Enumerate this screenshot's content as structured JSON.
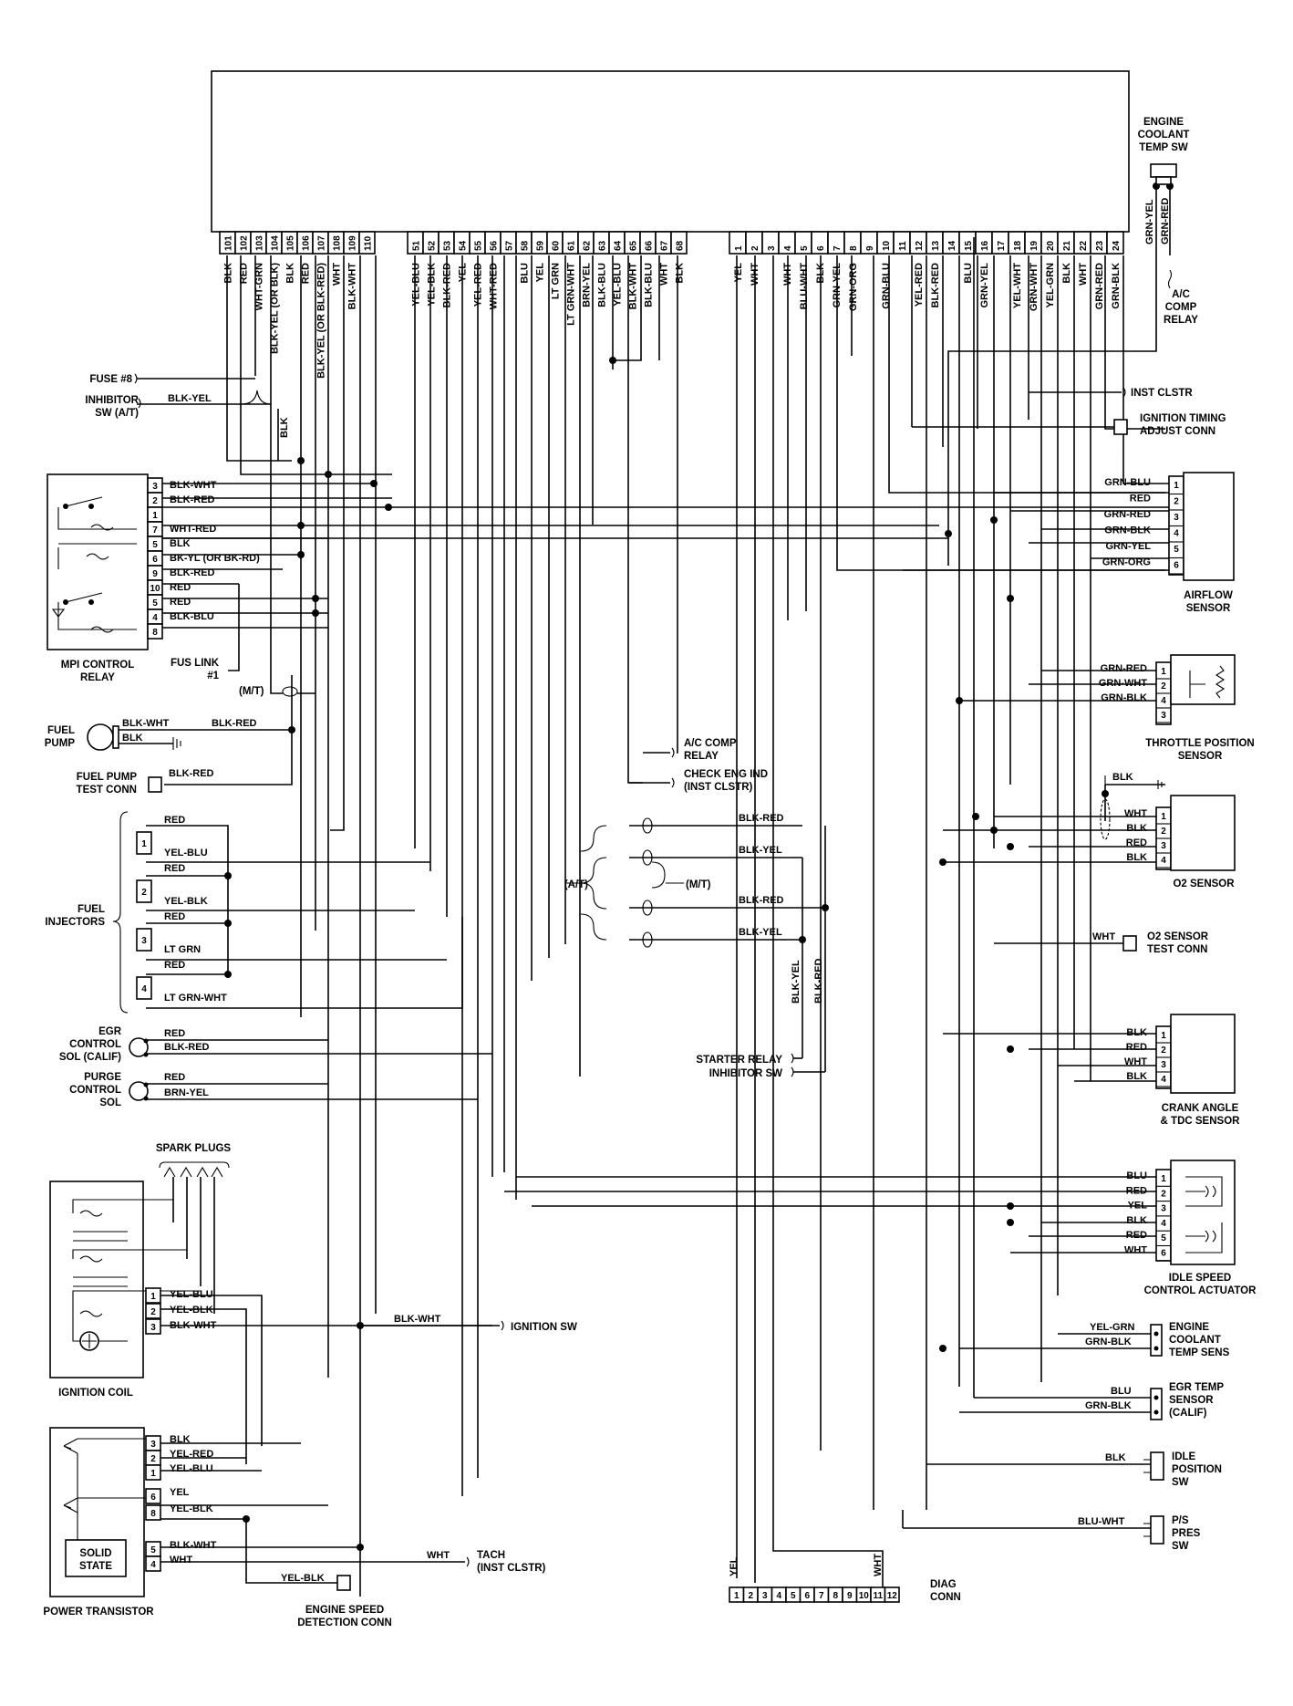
{
  "ecu_pins": {
    "group1": [
      {
        "pin": "101",
        "wire": "BLK"
      },
      {
        "pin": "102",
        "wire": "RED"
      },
      {
        "pin": "103",
        "wire": "WHT-GRN"
      },
      {
        "pin": "104",
        "wire": "BLK-YEL (OR BLK)"
      },
      {
        "pin": "105",
        "wire": "BLK"
      },
      {
        "pin": "106",
        "wire": "RED"
      },
      {
        "pin": "107",
        "wire": "BLK-YEL (OR BLK-RED)"
      },
      {
        "pin": "108",
        "wire": "WHT"
      },
      {
        "pin": "109",
        "wire": "BLK-WHT"
      },
      {
        "pin": "110",
        "wire": ""
      }
    ],
    "group2": [
      {
        "pin": "51",
        "wire": "YEL-BLU"
      },
      {
        "pin": "52",
        "wire": "YEL-BLK"
      },
      {
        "pin": "53",
        "wire": "BLK-RED"
      },
      {
        "pin": "54",
        "wire": "YEL"
      },
      {
        "pin": "55",
        "wire": "YEL-RED"
      },
      {
        "pin": "56",
        "wire": "WHT-RED"
      },
      {
        "pin": "57",
        "wire": ""
      },
      {
        "pin": "58",
        "wire": "BLU"
      },
      {
        "pin": "59",
        "wire": "YEL"
      },
      {
        "pin": "60",
        "wire": "LT GRN"
      },
      {
        "pin": "61",
        "wire": "LT GRN-WHT"
      },
      {
        "pin": "62",
        "wire": "BRN-YEL"
      },
      {
        "pin": "63",
        "wire": "BLK-BLU"
      },
      {
        "pin": "64",
        "wire": "YEL-BLU"
      },
      {
        "pin": "65",
        "wire": "BLK-WHT"
      },
      {
        "pin": "66",
        "wire": "BLK-BLU"
      },
      {
        "pin": "67",
        "wire": "WHT"
      },
      {
        "pin": "68",
        "wire": "BLK"
      }
    ],
    "group3": [
      {
        "pin": "1",
        "wire": "YEL"
      },
      {
        "pin": "2",
        "wire": "WHT"
      },
      {
        "pin": "3",
        "wire": ""
      },
      {
        "pin": "4",
        "wire": "WHT"
      },
      {
        "pin": "5",
        "wire": "BLU-WHT"
      },
      {
        "pin": "6",
        "wire": "BLK"
      },
      {
        "pin": "7",
        "wire": "GRN-YEL"
      },
      {
        "pin": "8",
        "wire": "GRN-ORG"
      },
      {
        "pin": "9",
        "wire": ""
      },
      {
        "pin": "10",
        "wire": "GRN-BLU"
      },
      {
        "pin": "11",
        "wire": ""
      },
      {
        "pin": "12",
        "wire": "YEL-RED"
      },
      {
        "pin": "13",
        "wire": "BLK-RED"
      },
      {
        "pin": "14",
        "wire": ""
      },
      {
        "pin": "15",
        "wire": "BLU"
      },
      {
        "pin": "16",
        "wire": "GRN-YEL"
      },
      {
        "pin": "17",
        "wire": ""
      },
      {
        "pin": "18",
        "wire": "YEL-WHT"
      },
      {
        "pin": "19",
        "wire": "GRN-WHT"
      },
      {
        "pin": "20",
        "wire": "YEL-GRN"
      },
      {
        "pin": "21",
        "wire": "BLK"
      },
      {
        "pin": "22",
        "wire": "WHT"
      },
      {
        "pin": "23",
        "wire": "GRN-RED"
      },
      {
        "pin": "24",
        "wire": "GRN-BLK"
      }
    ]
  },
  "components": {
    "engine_coolant_temp_sw": {
      "name": "ENGINE COOLANT TEMP SW",
      "wires": [
        "GRN-YEL",
        "GRN-RED"
      ]
    },
    "ac_comp_relay_top": "A/C COMP RELAY",
    "fuse": "FUSE #8",
    "inhibitor_sw": {
      "name": "INHIBITOR SW (A/T)",
      "wire": "BLK-YEL",
      "drop": "BLK"
    },
    "inst_clstr": "INST CLSTR",
    "ignition_timing": "IGNITION TIMING ADJUST CONN",
    "mpi_relay": {
      "name": "MPI CONTROL RELAY",
      "pins": [
        {
          "pin": "3",
          "wire": "BLK-WHT"
        },
        {
          "pin": "2",
          "wire": "BLK-RED"
        },
        {
          "pin": "1",
          "wire": ""
        },
        {
          "pin": "7",
          "wire": "WHT-RED"
        },
        {
          "pin": "5",
          "wire": "BLK"
        },
        {
          "pin": "6",
          "wire": "BK-YL (OR BK-RD)"
        },
        {
          "pin": "9",
          "wire": "BLK-RED"
        },
        {
          "pin": "10",
          "wire": "RED"
        },
        {
          "pin": "5",
          "wire": "RED"
        },
        {
          "pin": "4",
          "wire": "BLK-BLU"
        },
        {
          "pin": "8",
          "wire": ""
        }
      ]
    },
    "fus_link": "FUS LINK #1",
    "mt": "(M/T)",
    "fuel_pump": {
      "name": "FUEL PUMP",
      "wire1": "BLK-WHT",
      "wire2": "BLK-RED",
      "wire3": "BLK"
    },
    "fuel_pump_test": {
      "name": "FUEL PUMP TEST CONN",
      "wire": "BLK-RED"
    },
    "ac_comp_relay_mid": "A/C COMP RELAY",
    "check_eng": "CHECK ENG IND (INST CLSTR)",
    "fuel_injectors": {
      "name": "FUEL INJECTORS",
      "items": [
        {
          "num": "1",
          "red": "RED",
          "sig": "YEL-BLU"
        },
        {
          "num": "2",
          "red": "RED",
          "sig": "YEL-BLK"
        },
        {
          "num": "3",
          "red": "RED",
          "sig": "LT GRN"
        },
        {
          "num": "4",
          "red": "RED",
          "sig": "LT GRN-WHT"
        }
      ]
    },
    "egr_sol": {
      "name": "EGR CONTROL SOL (CALIF)",
      "wire1": "RED",
      "wire2": "BLK-RED"
    },
    "purge_sol": {
      "name": "PURGE CONTROL SOL",
      "wire1": "RED",
      "wire2": "BRN-YEL"
    },
    "at_mt": {
      "at": "(A/T)",
      "mt": "(M/T)",
      "w1": "BLK-RED",
      "w2": "BLK-YEL",
      "w3": "BLK-RED",
      "w4": "BLK-YEL",
      "v1": "BLK-YEL",
      "v2": "BLK-RED"
    },
    "starter_relay": "STARTER RELAY",
    "inhibitor_sw2": "INHIBITOR SW",
    "airflow": {
      "name": "AIRFLOW SENSOR",
      "pins": [
        {
          "pin": "1",
          "wire": "GRN-BLU"
        },
        {
          "pin": "2",
          "wire": "RED"
        },
        {
          "pin": "3",
          "wire": "GRN-RED"
        },
        {
          "pin": "4",
          "wire": "GRN-BLK"
        },
        {
          "pin": "5",
          "wire": "GRN-YEL"
        },
        {
          "pin": "6",
          "wire": "GRN-ORG"
        }
      ]
    },
    "tps": {
      "name": "THROTTLE POSITION SENSOR",
      "pins": [
        {
          "pin": "1",
          "wire": "GRN-RED"
        },
        {
          "pin": "2",
          "wire": "GRN-WHT"
        },
        {
          "pin": "4",
          "wire": "GRN-BLK"
        },
        {
          "pin": "3",
          "wire": ""
        }
      ]
    },
    "o2": {
      "name": "O2 SENSOR",
      "ground": "BLK",
      "pins": [
        {
          "pin": "1",
          "wire": "WHT"
        },
        {
          "pin": "2",
          "wire": "BLK"
        },
        {
          "pin": "3",
          "wire": "RED"
        },
        {
          "pin": "4",
          "wire": "BLK"
        }
      ]
    },
    "o2_test": {
      "name": "O2 SENSOR TEST CONN",
      "wire": "WHT"
    },
    "crank": {
      "name": "CRANK ANGLE & TDC SENSOR",
      "pins": [
        {
          "pin": "1",
          "wire": "BLK"
        },
        {
          "pin": "2",
          "wire": "RED"
        },
        {
          "pin": "3",
          "wire": "WHT"
        },
        {
          "pin": "4",
          "wire": "BLK"
        }
      ]
    },
    "isc": {
      "name": "IDLE SPEED CONTROL ACTUATOR",
      "pins": [
        {
          "pin": "1",
          "wire": "BLU"
        },
        {
          "pin": "2",
          "wire": "RED"
        },
        {
          "pin": "3",
          "wire": "YEL"
        },
        {
          "pin": "4",
          "wire": "BLK"
        },
        {
          "pin": "5",
          "wire": "RED"
        },
        {
          "pin": "6",
          "wire": "WHT"
        }
      ]
    },
    "ect_sens": {
      "name": "ENGINE COOLANT TEMP SENS",
      "wire1": "YEL-GRN",
      "wire2": "GRN-BLK"
    },
    "egr_temp": {
      "name": "EGR TEMP SENSOR (CALIF)",
      "wire1": "BLU",
      "wire2": "GRN-BLK"
    },
    "idle_pos": {
      "name": "IDLE POSITION SW",
      "wire": "BLK"
    },
    "ps_pres": {
      "name": "P/S PRES SW",
      "wire": "BLU-WHT"
    },
    "diag": {
      "name": "DIAG CONN",
      "pins": [
        "1",
        "2",
        "3",
        "4",
        "5",
        "6",
        "7",
        "8",
        "9",
        "10",
        "11",
        "12"
      ],
      "wire1": "YEL",
      "wire2": "WHT"
    },
    "spark_plugs": "SPARK PLUGS",
    "ignition_coil": {
      "name": "IGNITION COIL",
      "pins": [
        {
          "pin": "1",
          "wire": "YEL-BLU"
        },
        {
          "pin": "2",
          "wire": "YEL-BLK"
        },
        {
          "pin": "3",
          "wire": "BLK-WHT"
        }
      ]
    },
    "ignition_sw": {
      "name": "IGNITION SW",
      "wire": "BLK-WHT"
    },
    "power_transistor": {
      "name": "POWER TRANSISTOR",
      "solid_state": "SOLID STATE",
      "pins": [
        {
          "pin": "3",
          "wire": "BLK"
        },
        {
          "pin": "2",
          "wire": "YEL-RED"
        },
        {
          "pin": "1",
          "wire": "YEL-BLU"
        },
        {
          "pin": "6",
          "wire": "YEL"
        },
        {
          "pin": "8",
          "wire": "YEL-BLK"
        },
        {
          "pin": "5",
          "wire": "BLK-WHT"
        },
        {
          "pin": "4",
          "wire": "WHT"
        }
      ]
    },
    "tach": {
      "name": "TACH (INST CLSTR)",
      "wire": "WHT"
    },
    "esd_conn": {
      "name": "ENGINE SPEED DETECTION CONN",
      "wire": "YEL-BLK"
    }
  }
}
